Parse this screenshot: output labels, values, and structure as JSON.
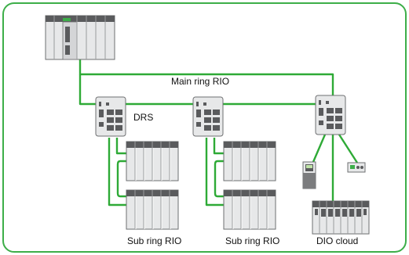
{
  "labels": {
    "main_ring": "Main ring RIO",
    "drs": "DRS",
    "sub_ring_1": "Sub ring RIO",
    "sub_ring_2": "Sub ring RIO",
    "dio_cloud": "DIO cloud"
  },
  "colors": {
    "cable": "#2eaa36",
    "frame": "#3dae49",
    "device_body": "#e7e8e9",
    "device_outline": "#6e6f71",
    "module_dark": "#5a5b5d",
    "cpu_accent": "#3dae49"
  }
}
